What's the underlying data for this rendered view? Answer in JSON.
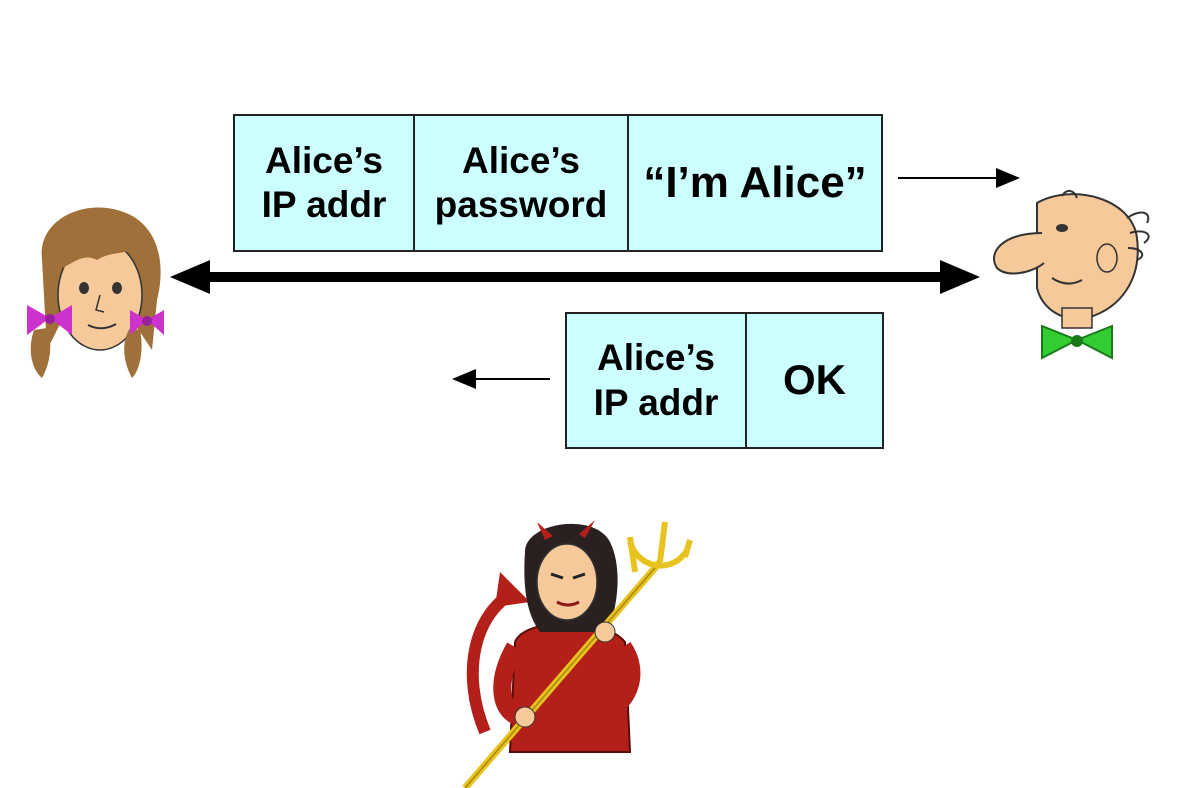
{
  "colors": {
    "packet_fill": "#ccffff",
    "packet_border": "#222222",
    "arrow": "#000000",
    "devil_dress": "#b3201a",
    "pitchfork": "#e8c21e",
    "bow_pink": "#cc33cc",
    "bowtie_green": "#33cc33",
    "skin": "#f5c99a",
    "hair_brown": "#a0703a",
    "hair_black": "#2a2020"
  },
  "packets": {
    "request": {
      "fields": [
        {
          "label": "Alice’s\nIP addr"
        },
        {
          "label": "Alice’s\npassword"
        },
        {
          "label": "“I’m Alice”"
        }
      ]
    },
    "response": {
      "fields": [
        {
          "label": "Alice’s\nIP addr"
        },
        {
          "label": "OK"
        }
      ]
    }
  },
  "icons": {
    "alice": "girl-with-bow-icon",
    "bob": "bald-man-with-bowtie-icon",
    "trudy": "devil-with-pitchfork-icon"
  }
}
